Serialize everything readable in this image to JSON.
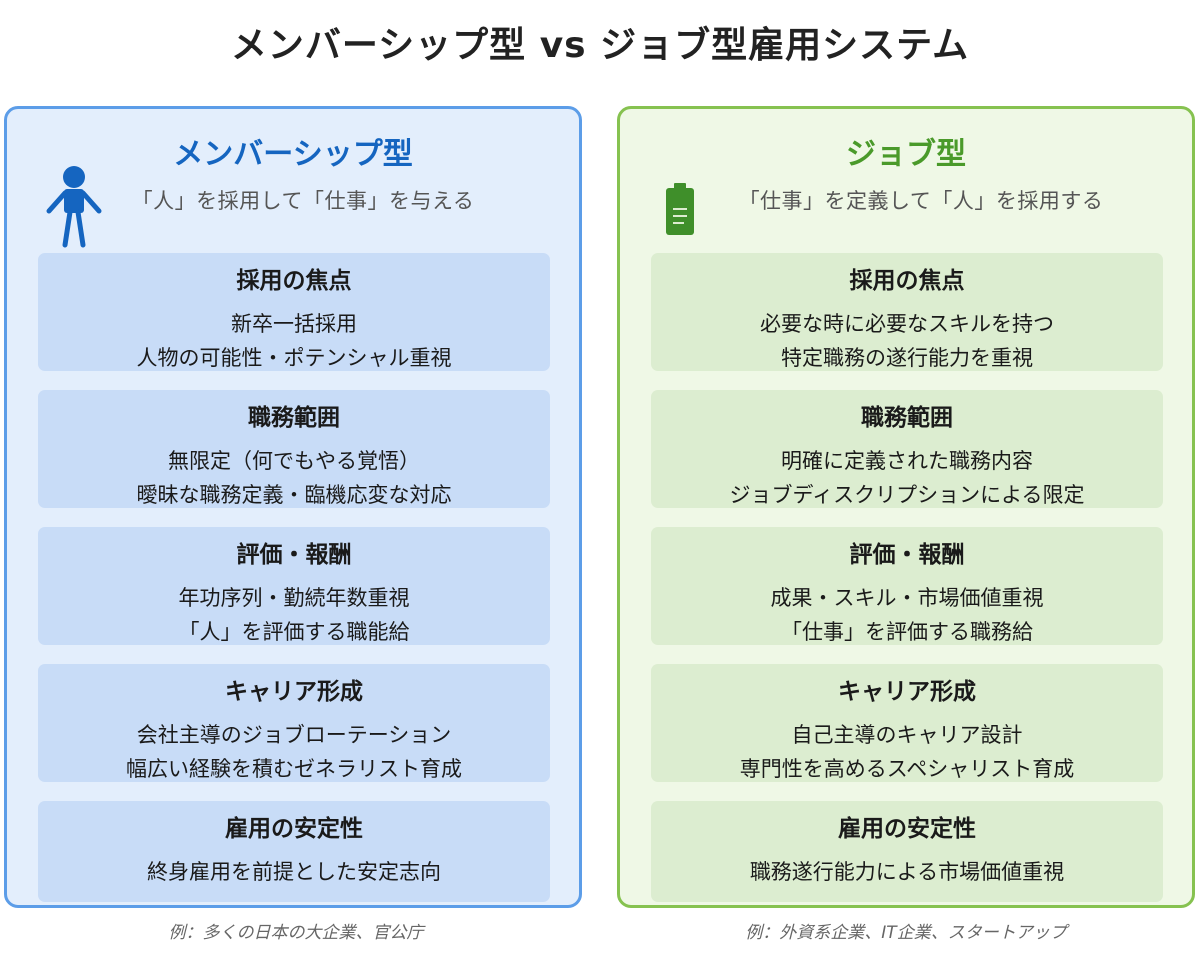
{
  "title": "メンバーシップ型 vs ジョブ型雇用システム",
  "left": {
    "title": "メンバーシップ型",
    "tagline": "「人」を採用して「仕事」を与える",
    "icon": "person-icon",
    "accent": "#5c9de8",
    "cards": [
      {
        "title": "採用の焦点",
        "lines": [
          "新卒一括採用",
          "人物の可能性・ポテンシャル重視"
        ]
      },
      {
        "title": "職務範囲",
        "lines": [
          "無限定（何でもやる覚悟）",
          "曖昧な職務定義・臨機応変な対応"
        ]
      },
      {
        "title": "評価・報酬",
        "lines": [
          "年功序列・勤続年数重視",
          "「人」を評価する職能給"
        ]
      },
      {
        "title": "キャリア形成",
        "lines": [
          "会社主導のジョブローテーション",
          "幅広い経験を積むゼネラリスト育成"
        ]
      },
      {
        "title": "雇用の安定性",
        "lines": [
          "終身雇用を前提とした安定志向"
        ]
      }
    ],
    "footnote": "例：多くの日本の大企業、官公庁"
  },
  "right": {
    "title": "ジョブ型",
    "tagline": "「仕事」を定義して「人」を採用する",
    "icon": "clipboard-icon",
    "accent": "#86c250",
    "cards": [
      {
        "title": "採用の焦点",
        "lines": [
          "必要な時に必要なスキルを持つ",
          "特定職務の遂行能力を重視"
        ]
      },
      {
        "title": "職務範囲",
        "lines": [
          "明確に定義された職務内容",
          "ジョブディスクリプションによる限定"
        ]
      },
      {
        "title": "評価・報酬",
        "lines": [
          "成果・スキル・市場価値重視",
          "「仕事」を評価する職務給"
        ]
      },
      {
        "title": "キャリア形成",
        "lines": [
          "自己主導のキャリア設計",
          "専門性を高めるスペシャリスト育成"
        ]
      },
      {
        "title": "雇用の安定性",
        "lines": [
          "職務遂行能力による市場価値重視"
        ]
      }
    ],
    "footnote": "例：外資系企業、IT企業、スタートアップ"
  }
}
